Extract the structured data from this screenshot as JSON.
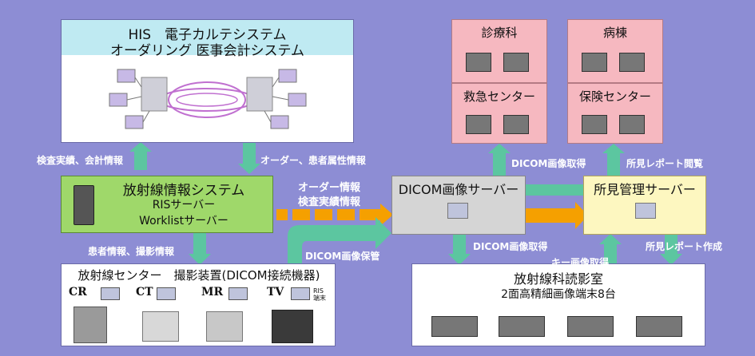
{
  "his": {
    "line1": "HIS　電子カルテシステム",
    "line2": "オーダリング 医事会計システム"
  },
  "ris": {
    "title": "放射線情報システム",
    "line2": "RISサーバー",
    "line3": "Worklistサーバー"
  },
  "dicom_server": {
    "title": "DICOM画像サーバー"
  },
  "findings_server": {
    "title": "所見管理サーバー"
  },
  "depts": {
    "clinic": "診療科",
    "ward": "病棟",
    "emergency": "救急センター",
    "health": "保険センター"
  },
  "reading_room": {
    "title": "放射線科読影室",
    "subtitle": "2面高精細画像端末8台"
  },
  "modality_center": {
    "title": "放射線センター　撮影装置(DICOM接続機器)",
    "cr": "CR",
    "ct": "CT",
    "mr": "MR",
    "tv": "TV",
    "ris_terminal": "RIS\n端末"
  },
  "flow_labels": {
    "exam_results": "検査実績、会計情報",
    "orders": "オーダー、患者属性情報",
    "order_info": "オーダー情報",
    "exam_info": "検査実績情報",
    "patient_info": "患者情報、撮影情報",
    "dicom_store": "DICOM画像保管",
    "dicom_get_top": "DICOM画像取得",
    "report_view": "所見レポート閲覧",
    "dicom_get_bottom": "DICOM画像取得",
    "key_image": "キー画像取得",
    "report_create": "所見レポート作成"
  },
  "colors": {
    "background": "#8d8dd4",
    "arrow": "#5cc6a0",
    "order_arrow": "#f5a000",
    "his_header": "#bfeaf2",
    "ris_box": "#9fd86a",
    "dept_box": "#f6b8c0",
    "server_box": "#d5d5d5",
    "findings_box": "#fdf7c0"
  }
}
